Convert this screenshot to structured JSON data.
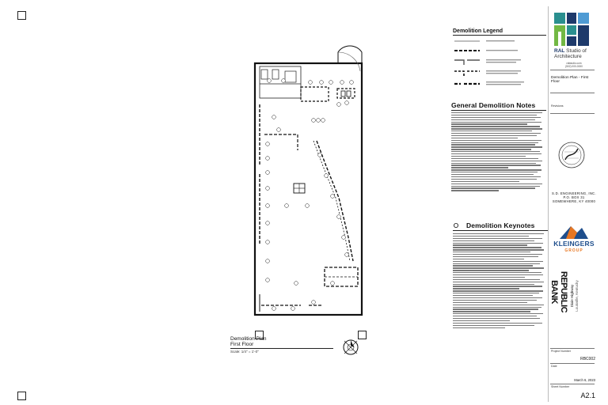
{
  "sheet": {
    "checkbox_labels": [
      "",
      "",
      "",
      ""
    ]
  },
  "plan": {
    "title_line1": "Demolition Plan",
    "title_line2": "First Floor",
    "scale": "Scale: 1/4\" = 1'-0\""
  },
  "legend": {
    "title": "Demolition Legend"
  },
  "general_notes": {
    "title": "General Demolition Notes",
    "note_count": 11
  },
  "keynotes": {
    "title": "Demolition Keynotes",
    "keynote_count": 24
  },
  "title_block": {
    "firm_name_bold": "RAL",
    "firm_name_rest": "Studio of",
    "firm_name_line2": "Architecture",
    "firm_contact_1": "ralstudio.com",
    "firm_contact_2": "(502) 000-0000",
    "drawing_title": "Demolition Plan - First Floor",
    "revisions_label": "Revisions",
    "engineer_line1": "S.D. ENGINEERING, INC.",
    "engineer_line2": "P.O. BOX 31",
    "engineer_line3": "SOMEWHERE, KY 40000",
    "consultant_name": "KLEINGERS",
    "consultant_sub": "GROUP",
    "client_logo": "REPUBLIC BANK",
    "project_address_1": "Dixie Highway",
    "project_address_2": "Louisville, Kentucky",
    "project_number_label": "Project Number",
    "project_number": "RBC002",
    "date_label": "Date",
    "date": "March 6, 2023",
    "sheet_number_label": "Sheet Number",
    "sheet_number": "A2.1"
  }
}
